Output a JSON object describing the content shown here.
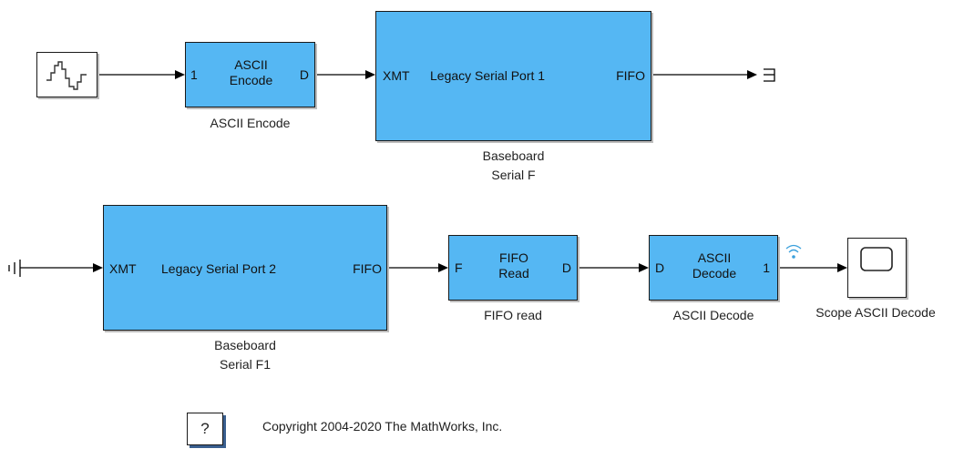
{
  "blocks": {
    "signal": {
      "caption": ""
    },
    "encode": {
      "in_port": "1",
      "title_line1": "ASCII",
      "title_line2": "Encode",
      "out_port": "D",
      "caption": "ASCII Encode"
    },
    "serial1": {
      "in_port": "XMT",
      "title": "Legacy Serial Port 1",
      "out_port": "FIFO",
      "caption_line1": "Baseboard",
      "caption_line2": "Serial F"
    },
    "serial2": {
      "in_port": "XMT",
      "title": "Legacy Serial Port 2",
      "out_port": "FIFO",
      "caption_line1": "Baseboard",
      "caption_line2": "Serial F1"
    },
    "fifo": {
      "in_port": "F",
      "title_line1": "FIFO",
      "title_line2": "Read",
      "out_port": "D",
      "caption": "FIFO read"
    },
    "decode": {
      "in_port": "D",
      "title_line1": "ASCII",
      "title_line2": "Decode",
      "out_port": "1",
      "caption": "ASCII Decode"
    },
    "scope": {
      "caption": "Scope ASCII Decode"
    }
  },
  "help": {
    "label": "?"
  },
  "copyright": "Copyright 2004-2020 The MathWorks, Inc."
}
